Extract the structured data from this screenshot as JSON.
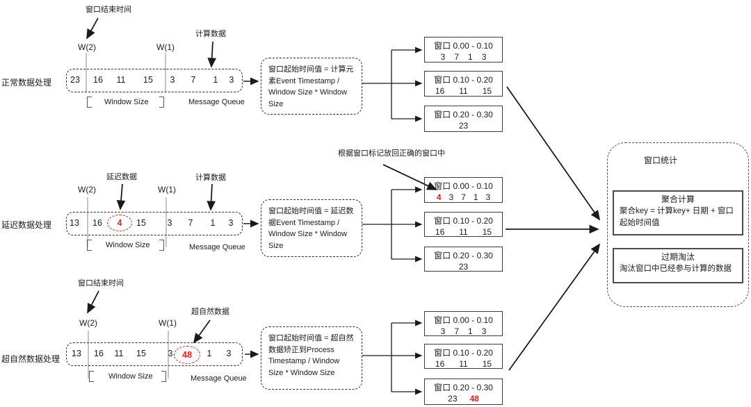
{
  "colors": {
    "highlight": "#e01f1f",
    "line": "#1a1a1a"
  },
  "markers": {
    "w2": "W(2)",
    "w1": "W(1)",
    "window_size": "Window Size",
    "message_queue": "Message Queue"
  },
  "rows": [
    {
      "label": "正常数据处理",
      "annotations": {
        "end_time": "窗口结束时间",
        "compute": "计算数据"
      },
      "queue": [
        "23",
        "16",
        "11",
        "15",
        "3",
        "7",
        "1",
        "3"
      ],
      "formula": "窗口起始时间值 = 计算元素Event Timestamp / Window Size * Window Size",
      "windows": [
        {
          "title": "窗口 0.00 - 0.10",
          "values": [
            "3",
            "7",
            "1",
            "3"
          ]
        },
        {
          "title": "窗口 0.10 - 0.20",
          "values": [
            "16",
            "11",
            "15"
          ]
        },
        {
          "title": "窗口 0.20 - 0.30",
          "values": [
            "23"
          ]
        }
      ]
    },
    {
      "label": "延迟数据处理",
      "annotations": {
        "late": "延迟数据",
        "compute": "计算数据",
        "replace": "根据窗口标记放回正确的窗口中"
      },
      "queue": [
        "13",
        "16",
        "4",
        "15",
        "3",
        "7",
        "1",
        "3"
      ],
      "formula": "窗口起始时间值 = 延迟数据Event Timestamp / Window Size * Window Size",
      "windows": [
        {
          "title": "窗口 0.00 - 0.10",
          "values": [
            "4",
            "3",
            "7",
            "1",
            "3"
          ]
        },
        {
          "title": "窗口 0.10 - 0.20",
          "values": [
            "16",
            "11",
            "15"
          ]
        },
        {
          "title": "窗口 0.20 - 0.30",
          "values": [
            "23"
          ]
        }
      ]
    },
    {
      "label": "超自然数据处理",
      "annotations": {
        "end_time": "窗口结束时间",
        "super": "超自然数据"
      },
      "queue": [
        "13",
        "16",
        "11",
        "15",
        "3",
        "48",
        "1",
        "3"
      ],
      "formula": "窗口起始时间值 = 超自然数据矫正到Process Timestamp / Window Size * Window Size",
      "windows": [
        {
          "title": "窗口 0.00 - 0.10",
          "values": [
            "3",
            "7",
            "1",
            "3"
          ]
        },
        {
          "title": "窗口 0.10 - 0.20",
          "values": [
            "16",
            "11",
            "15"
          ]
        },
        {
          "title": "窗口 0.20 - 0.30",
          "values": [
            "23",
            "48"
          ]
        }
      ]
    }
  ],
  "right_panel": {
    "title": "窗口统计",
    "boxes": [
      {
        "title": "聚合计算",
        "body": "聚合key = 计算key+ 日期 + 窗口起始时间值"
      },
      {
        "title": "过期淘汰",
        "body": "淘汰窗口中已经参与计算的数据"
      }
    ]
  }
}
